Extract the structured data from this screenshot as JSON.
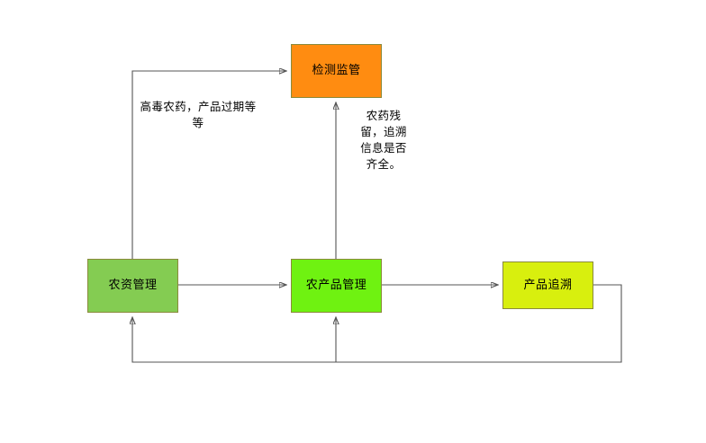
{
  "diagram": {
    "type": "flowchart",
    "background": "#ffffff",
    "nodes": [
      {
        "id": "inspection",
        "label": "检测监管",
        "color": "#ff8c11",
        "border_color": "#8a8a3c"
      },
      {
        "id": "agri_input",
        "label": "农资管理",
        "color": "#84cc52",
        "border_color": "#8a8a3c"
      },
      {
        "id": "produce",
        "label": "农产品管理",
        "color": "#6ff211",
        "border_color": "#8a8a3c"
      },
      {
        "id": "trace",
        "label": "产品追溯",
        "color": "#d8ef0e",
        "border_color": "#8a8a3c"
      }
    ],
    "annotations": [
      {
        "id": "left_note",
        "text": "高毒农药，产品过期等等"
      },
      {
        "id": "mid_note",
        "text": "农药残留，追溯信息是否齐全。"
      }
    ],
    "connectors": [
      {
        "id": "agri-to-inspection",
        "from": "agri_input",
        "to": "inspection",
        "style": "elbow"
      },
      {
        "id": "agri-to-produce",
        "from": "agri_input",
        "to": "produce",
        "style": "straight"
      },
      {
        "id": "produce-to-inspection",
        "from": "produce",
        "to": "inspection",
        "style": "straight"
      },
      {
        "id": "produce-to-trace",
        "from": "produce",
        "to": "trace",
        "style": "straight"
      },
      {
        "id": "trace-to-produce-feedback",
        "from": "trace",
        "to": "produce",
        "style": "elbow"
      },
      {
        "id": "trace-to-agri-feedback",
        "from": "trace",
        "to": "agri_input",
        "style": "elbow"
      }
    ],
    "line_color": "#555555"
  }
}
